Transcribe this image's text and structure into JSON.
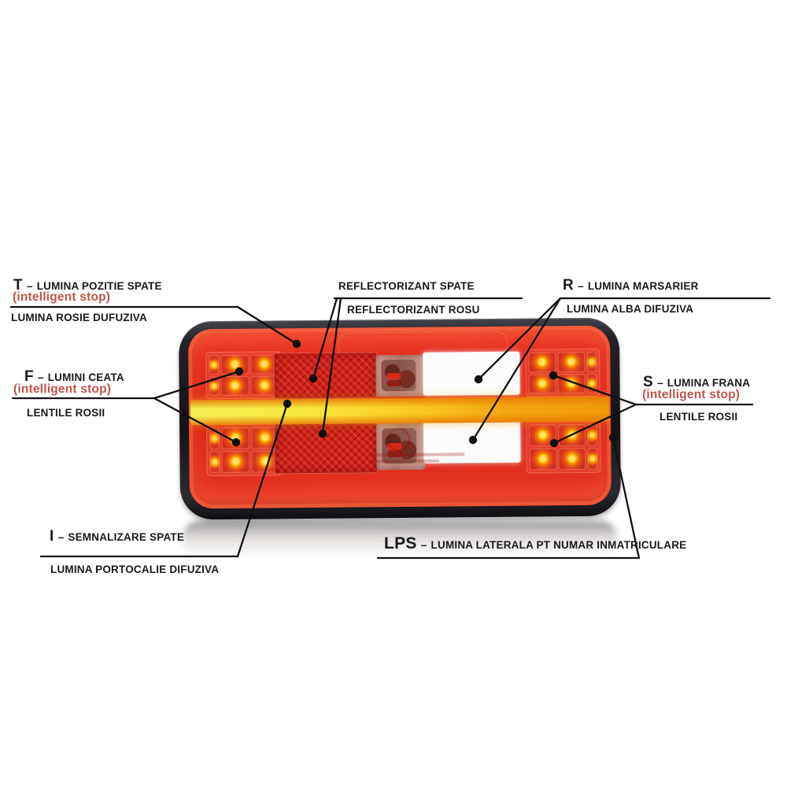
{
  "title_context": "rear LED lamp annotated diagram",
  "colors": {
    "background": "#ffffff",
    "label_text": "#191919",
    "note_accent": "#c2544a",
    "leader_line": "#101010",
    "lamp_frame": "#1b1b20",
    "lamp_lens_red": "#dc2316",
    "amber_stripe": "#f8cf22",
    "white_insert": "#fcfcfc",
    "led_amber": "#ffb501"
  },
  "labels": {
    "tail_position": {
      "prefix": "T",
      "dash": "–",
      "title": "LUMINA POZITIE SPATE",
      "note": "(intelligent stop)",
      "sub": "LUMINA ROSIE DUFUZIVA"
    },
    "reflector": {
      "title": "REFLECTORIZANT SPATE",
      "sub": "REFLECTORIZANT ROSU"
    },
    "reverse": {
      "prefix": "R",
      "dash": "–",
      "title": "LUMINA MARSARIER",
      "sub": "LUMINA ALBA DIFUZIVA"
    },
    "fog": {
      "prefix": "F",
      "dash": "–",
      "title": "LUMINI CEATA",
      "note": "(intelligent stop)",
      "sub": "LENTILE ROSII"
    },
    "brake": {
      "prefix": "S",
      "dash": "–",
      "title": "LUMINA FRANA",
      "note": "(intelligent stop)",
      "sub": "LENTILE ROSII"
    },
    "turn_signal": {
      "prefix": "I",
      "dash": "–",
      "title": "SEMNALIZARE SPATE",
      "sub": "LUMINA PORTOCALIE DIFUZIVA"
    },
    "license_plate": {
      "prefix": "LPS",
      "dash": "–",
      "title": "LUMINA LATERALA PT NUMAR INMATRICULARE"
    }
  }
}
